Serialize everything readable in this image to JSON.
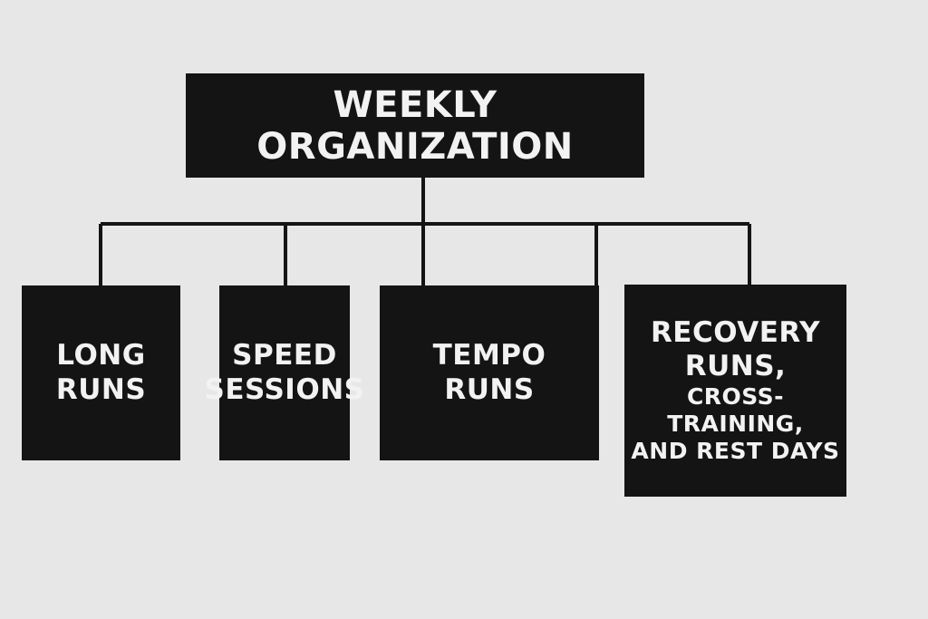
{
  "diagram": {
    "root": {
      "label": "WEEKLY ORGANIZATION"
    },
    "children": [
      {
        "lines": [
          "LONG",
          "RUNS"
        ]
      },
      {
        "lines": [
          "SPEED",
          "SESSIONS"
        ]
      },
      {
        "lines": [
          "TEMPO",
          "RUNS"
        ]
      },
      {
        "lines": [
          "RECOVERY",
          "RUNS,",
          "CROSS-TRAINING,",
          "AND REST DAYS"
        ]
      }
    ],
    "colors": {
      "background": "#e7e7e7",
      "box_fill": "#141414",
      "box_text": "#f2f2f2",
      "connector": "#141414"
    }
  }
}
